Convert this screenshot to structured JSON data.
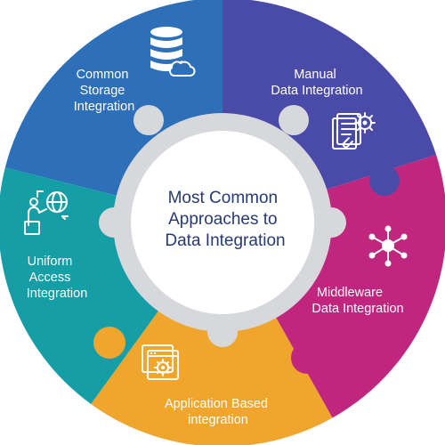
{
  "center": {
    "lines": [
      "Most Common",
      "Approaches to",
      "Data Integration"
    ]
  },
  "segments": [
    {
      "id": "common-storage",
      "lines": [
        "Common",
        "Storage",
        "Integration"
      ],
      "color": "#2d6fb8",
      "icon": "database-cloud-icon"
    },
    {
      "id": "manual",
      "lines": [
        "Manual",
        "Data Integration"
      ],
      "color": "#4a4aa8",
      "icon": "document-gear-icon"
    },
    {
      "id": "middleware",
      "lines": [
        "Middleware",
        "Data Integration"
      ],
      "color": "#c0267e",
      "icon": "network-hub-icon"
    },
    {
      "id": "application-based",
      "lines": [
        "Application Based",
        "integration"
      ],
      "color": "#f0a52c",
      "icon": "app-window-gear-icon"
    },
    {
      "id": "uniform-access",
      "lines": [
        "Uniform",
        "Access",
        "Integration"
      ],
      "color": "#159ea5",
      "icon": "person-globe-icon"
    }
  ],
  "colors": {
    "center_bg": "#ffffff",
    "ring": "#d7d8dc",
    "title_text": "#263a73"
  }
}
